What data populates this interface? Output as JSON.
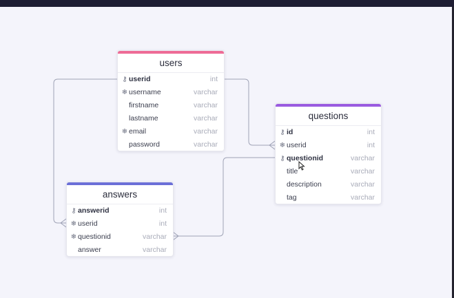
{
  "colors": {
    "users_bar": "#ee6b96",
    "questions_bar": "#9a5be0",
    "answers_bar": "#6b6fd8"
  },
  "tables": {
    "users": {
      "name": "users",
      "fields": [
        {
          "name": "userid",
          "type": "int",
          "icon": "key-icon",
          "pk": true
        },
        {
          "name": "username",
          "type": "varchar",
          "icon": "unique-icon",
          "pk": false
        },
        {
          "name": "firstname",
          "type": "varchar",
          "icon": "",
          "pk": false
        },
        {
          "name": "lastname",
          "type": "varchar",
          "icon": "",
          "pk": false
        },
        {
          "name": "email",
          "type": "varchar",
          "icon": "unique-icon",
          "pk": false
        },
        {
          "name": "password",
          "type": "varchar",
          "icon": "",
          "pk": false
        }
      ]
    },
    "questions": {
      "name": "questions",
      "fields": [
        {
          "name": "id",
          "type": "int",
          "icon": "key-icon",
          "pk": true
        },
        {
          "name": "userid",
          "type": "int",
          "icon": "unique-icon",
          "pk": false
        },
        {
          "name": "questionid",
          "type": "varchar",
          "icon": "key-icon",
          "pk": true
        },
        {
          "name": "title",
          "type": "varchar",
          "icon": "",
          "pk": false
        },
        {
          "name": "description",
          "type": "varchar",
          "icon": "",
          "pk": false
        },
        {
          "name": "tag",
          "type": "varchar",
          "icon": "",
          "pk": false
        }
      ]
    },
    "answers": {
      "name": "answers",
      "fields": [
        {
          "name": "answerid",
          "type": "int",
          "icon": "key-icon",
          "pk": true
        },
        {
          "name": "userid",
          "type": "int",
          "icon": "unique-icon",
          "pk": false
        },
        {
          "name": "questionid",
          "type": "varchar",
          "icon": "unique-icon",
          "pk": false
        },
        {
          "name": "answer",
          "type": "varchar",
          "icon": "",
          "pk": false
        }
      ]
    }
  }
}
